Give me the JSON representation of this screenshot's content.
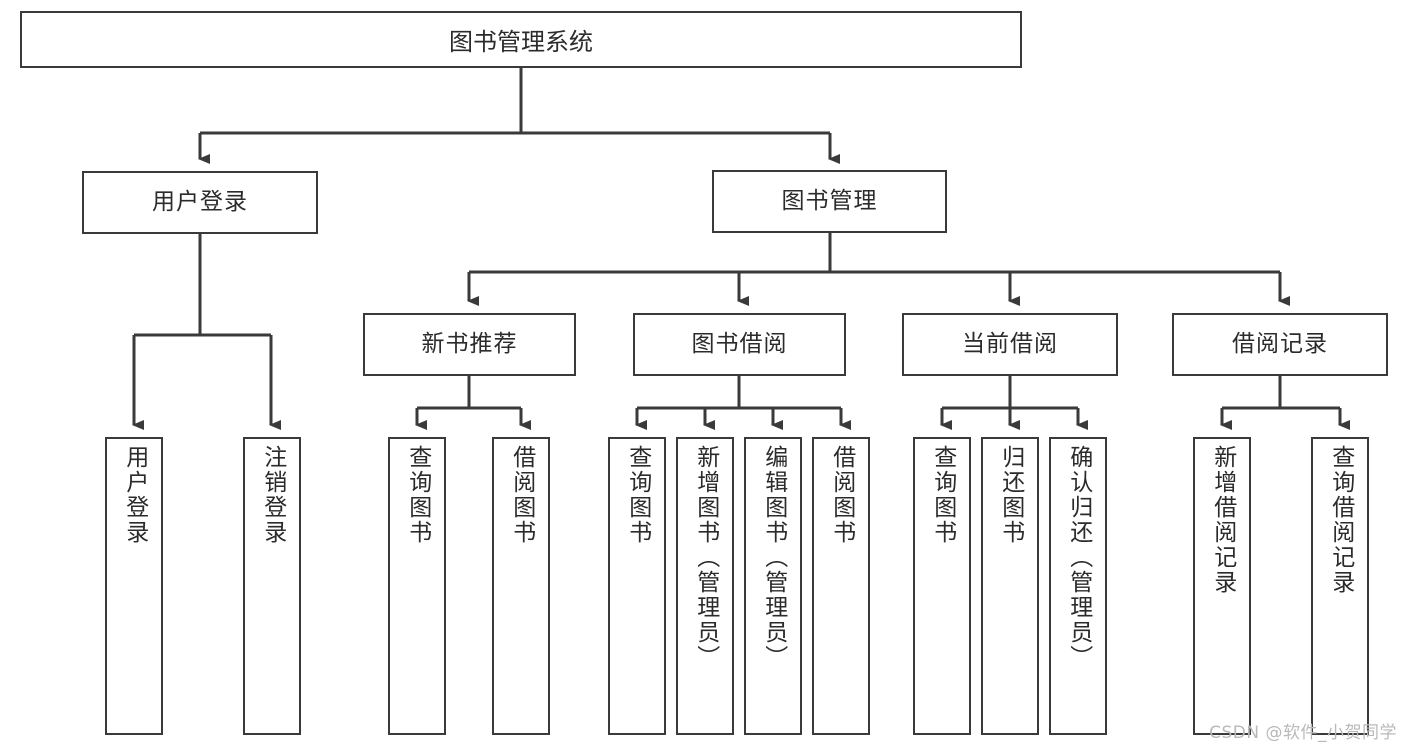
{
  "diagram": {
    "type": "tree",
    "title_node": "图书管理系统",
    "watermark": "CSDN @软件_小贺同学",
    "colors": {
      "stroke": "#3a3a3a",
      "text": "#2b2b2b",
      "background": "#ffffff",
      "watermark": "#b9b9b9"
    },
    "levels": {
      "level1": [
        "图书管理系统"
      ],
      "level2": [
        "用户登录",
        "图书管理"
      ],
      "level3": [
        "新书推荐",
        "图书借阅",
        "当前借阅",
        "借阅记录"
      ]
    },
    "nodes": {
      "root": {
        "label": "图书管理系统"
      },
      "user_login": {
        "label": "用户登录"
      },
      "book_manage": {
        "label": "图书管理"
      },
      "new_book_rec": {
        "label": "新书推荐"
      },
      "book_borrow": {
        "label": "图书借阅"
      },
      "current_borrow": {
        "label": "当前借阅"
      },
      "borrow_record": {
        "label": "借阅记录"
      }
    },
    "leaves": {
      "user_login": [
        {
          "label": "用户登录"
        },
        {
          "label": "注销登录"
        }
      ],
      "new_book_rec": [
        {
          "label": "查询图书"
        },
        {
          "label": "借阅图书"
        }
      ],
      "book_borrow": [
        {
          "label": "查询图书"
        },
        {
          "label": "新增图书（管理员）"
        },
        {
          "label": "编辑图书（管理员）"
        },
        {
          "label": "借阅图书"
        }
      ],
      "current_borrow": [
        {
          "label": "查询图书"
        },
        {
          "label": "归还图书"
        },
        {
          "label": "确认归还（管理员）"
        }
      ],
      "borrow_record": [
        {
          "label": "新增借阅记录"
        },
        {
          "label": "查询借阅记录"
        }
      ]
    }
  }
}
